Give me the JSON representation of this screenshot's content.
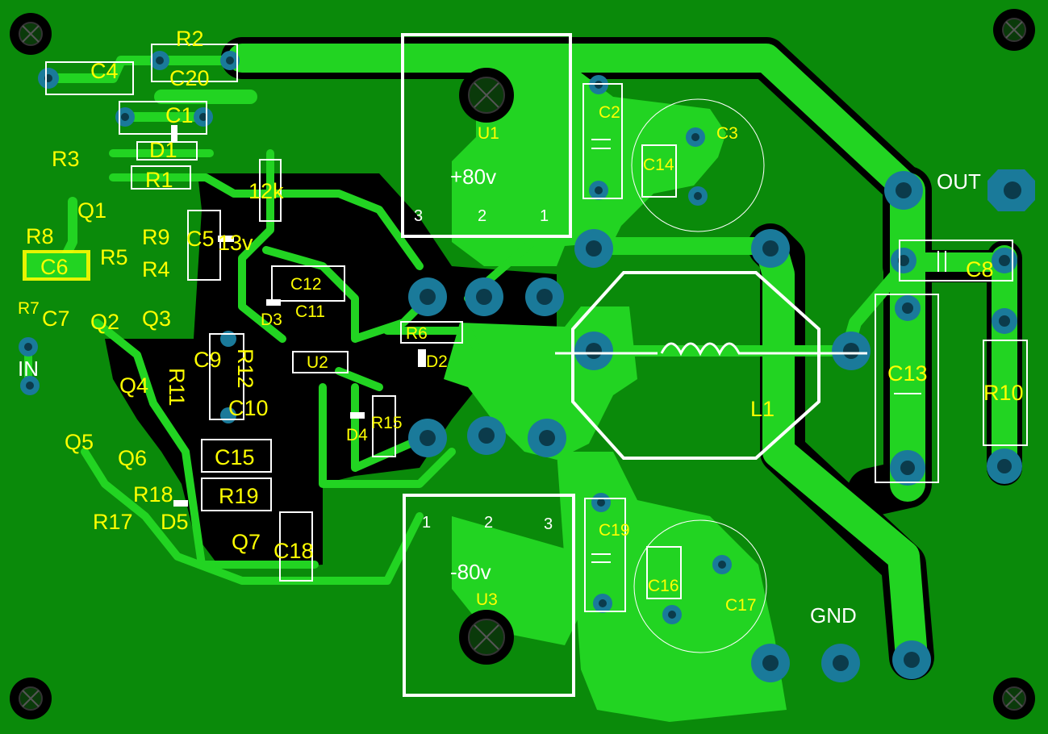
{
  "board": {
    "title_labels": {
      "out": "OUT",
      "gnd": "GND",
      "in": "IN"
    },
    "regulators": [
      {
        "ref": "U1",
        "value": "+80v",
        "pins": [
          "3",
          "2",
          "1"
        ]
      },
      {
        "ref": "U3",
        "value": "-80v",
        "pins": [
          "1",
          "2",
          "3"
        ]
      }
    ],
    "inductor": {
      "ref": "L1"
    },
    "ic": {
      "ref": "U2"
    },
    "components": {
      "R2": "R2",
      "C20": "C20",
      "C4": "C4",
      "C1": "C1",
      "D1": "D1",
      "R3": "R3",
      "R1": "R1",
      "Q1": "Q1",
      "R8": "R8",
      "R9": "R9",
      "C5": "C5",
      "R5": "R5",
      "C6": "C6",
      "R4": "R4",
      "R7": "R7",
      "C7": "C7",
      "Q2": "Q2",
      "Q3": "Q3",
      "Q4": "Q4",
      "Q5": "Q5",
      "Q6": "Q6",
      "R17": "R17",
      "R18": "R18",
      "D5": "D5",
      "C9": "C9",
      "R12": "R12",
      "R11": "R11",
      "C10": "C10",
      "C15": "C15",
      "R19": "R19",
      "Q7": "Q7",
      "C18": "C18",
      "C12": "C12",
      "D3": "D3",
      "C11": "C11",
      "R6": "R6",
      "D2": "D2",
      "D4": "D4",
      "R15": "R15",
      "C2": "C2",
      "C3": "C3",
      "C14": "C14",
      "C8": "C8",
      "C13": "C13",
      "R10": "R10",
      "C19": "C19",
      "C16": "C16",
      "C17": "C17"
    },
    "values": {
      "r_12k": "12k",
      "v_13v": "13v"
    },
    "colors": {
      "board": "#0a8a0a",
      "copper": "#22d422",
      "silkscreen_text": "#ffff00",
      "silkscreen_outline": "#ffffff",
      "pad": "#1a7a9a",
      "isolation": "#000000"
    }
  }
}
